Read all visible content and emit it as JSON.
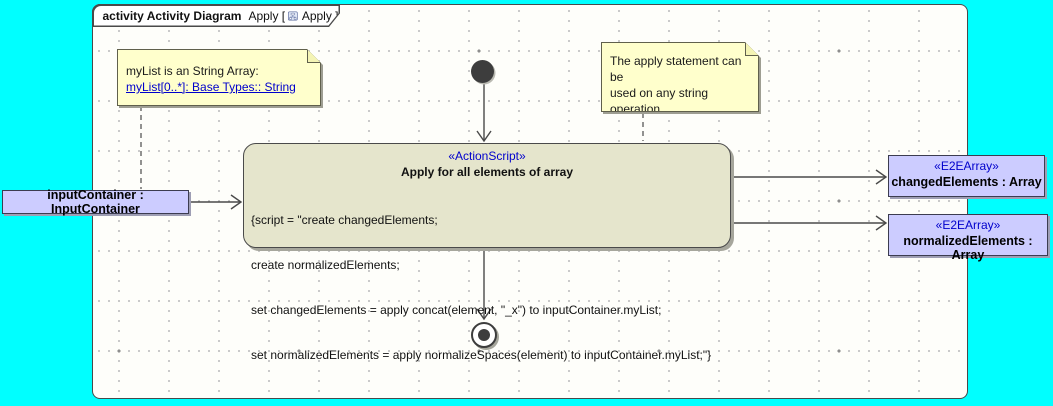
{
  "frame": {
    "title_bold": "activity Activity Diagram",
    "title_pre": "Apply [",
    "title_post": "Apply ]",
    "icon": "activity-diagram-icon"
  },
  "notes": [
    {
      "line1": "myList is an String Array:",
      "link": "myList[0..*]: Base Types:: String"
    },
    {
      "lines": [
        "The apply statement can be",
        "used on any string",
        "operation."
      ]
    }
  ],
  "action": {
    "stereotype": "«ActionScript»",
    "name": "Apply for all elements of array",
    "script": [
      "{script = \"create changedElements;",
      "create normalizedElements;",
      "set changedElements = apply concat(element, \"_x\") to inputContainer.myList;",
      "set normalizedElements = apply normalizeSpaces(element) to inputContainer.myList;\"}"
    ]
  },
  "nodes": {
    "input": {
      "label": "inputContainer : InputContainer"
    },
    "outputs": [
      {
        "stereotype": "«E2EArray»",
        "label": "changedElements : Array"
      },
      {
        "stereotype": "«E2EArray»",
        "label": "normalizedElements : Array"
      }
    ]
  },
  "colors": {
    "page_background": "#00ffff",
    "frame_background": "#fefefa",
    "note_fill": "#ffffcc",
    "action_fill": "#e5e5cc",
    "object_fill": "#ccccff",
    "stereotype_text": "#0000cc",
    "link_text": "#0000cc",
    "line_stroke": "#4a4a4a"
  }
}
